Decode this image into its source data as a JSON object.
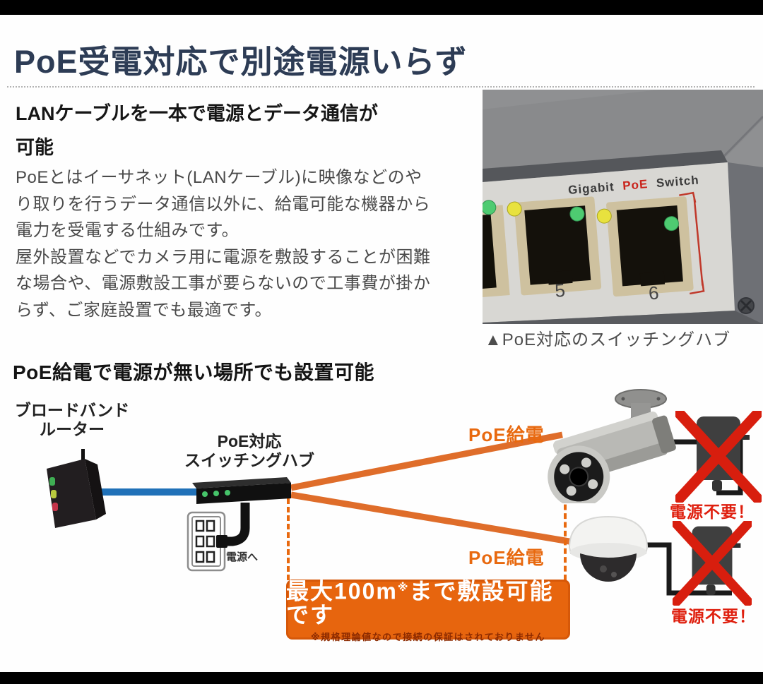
{
  "page_title": "PoE受電対応で別途電源いらず",
  "intro": {
    "heading": [
      "LANケーブルを一本で電源とデータ通信が",
      "可能"
    ],
    "paragraph": [
      "PoEとはイーサネット(LANケーブル)に映像などのや",
      "り取りを行うデータ通信以外に、給電可能な機器から",
      "電力を受電する仕組みです。",
      "屋外設置などでカメラ用に電源を敷設することが困難",
      "な場合や、電源敷設工事が要らないので工事費が掛か",
      "らず、ご家庭設置でも最適です。"
    ]
  },
  "switch_photo": {
    "label": {
      "gigabit": "Gigabit",
      "poe": "PoE",
      "switch": "Switch"
    },
    "ports": {
      "p5": "5",
      "p6": "6"
    },
    "caption": "▲PoE対応のスイッチングハブ"
  },
  "diagram": {
    "heading": "PoE給電で電源が無い場所でも設置可能",
    "router_label": [
      "ブロードバンド",
      "ルーター"
    ],
    "hub_label": [
      "PoE対応",
      "スイッチングハブ"
    ],
    "outlet_label": "電源へ",
    "poe_feed": {
      "top": "PoE給電",
      "bottom": "PoE給電"
    },
    "no_power": {
      "top": "電源不要！",
      "bottom": "電源不要！"
    },
    "banner": {
      "main_text": "最大100m",
      "main_sup": "※",
      "main_rest": "まで敷設可能です",
      "note": "※規格理論値なので接続の保証はされておりません"
    }
  },
  "colors": {
    "accent_orange": "#e8690f",
    "alert_red": "#df1f0e",
    "heading_navy": "#2d3c55",
    "cable_blue": "#2071b8"
  }
}
